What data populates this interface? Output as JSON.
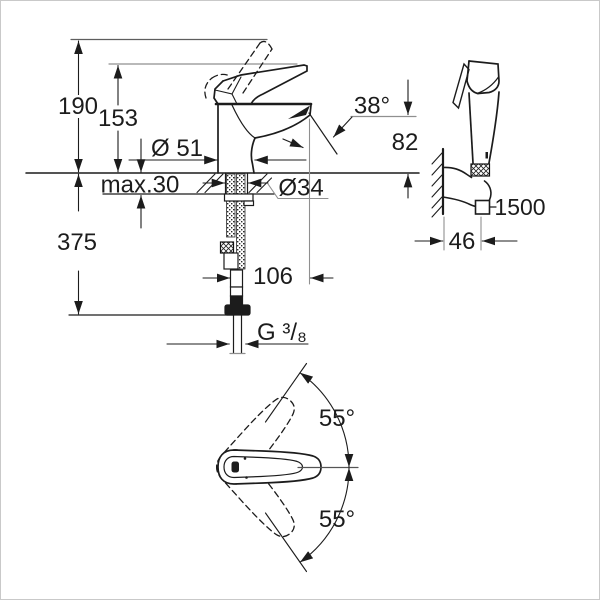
{
  "drawing": {
    "front_view": {
      "height_overall": "190",
      "height_to_lever": "153",
      "base_diameter": "Ø 51",
      "counter_thickness": "max.30",
      "below_counter_depth": "375",
      "spray_angle": "38°",
      "spout_height": "82",
      "hole_diameter": "Ø34",
      "spout_projection": "106",
      "thread_size": "G ³/₈"
    },
    "side_view": {
      "hose_length": "1500",
      "holder_depth": "46"
    },
    "top_view": {
      "handle_swing_up": "55°",
      "handle_swing_down": "55°"
    },
    "colors": {
      "object_line": "#1c1c1c",
      "extension_line": "#8f8f8f",
      "background": "#ffffff"
    }
  }
}
